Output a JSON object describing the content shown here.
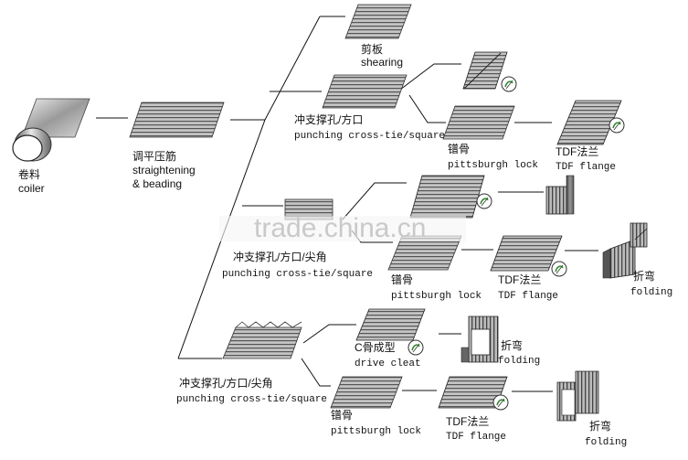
{
  "labels": {
    "coiler": {
      "cn": "卷料",
      "en": "coiler"
    },
    "straightening": {
      "cn": "调平压筋",
      "en1": "straightening",
      "en2": "& beading"
    },
    "shearing": {
      "cn": "剪板",
      "en": "shearing"
    },
    "punching_a": {
      "cn": "冲支撑孔/方口",
      "en": "punching cross-tie/square"
    },
    "pittsburgh_a": {
      "cn": "镨骨",
      "en": "pittsburgh lock"
    },
    "tdf_a": {
      "cn": "TDF法兰",
      "en": "TDF flange"
    },
    "punching_b": {
      "cn": "冲支撑孔/方口/尖角",
      "en": "punching cross-tie/square"
    },
    "pittsburgh_b": {
      "cn": "镨骨",
      "en": "pittsburgh lock"
    },
    "tdf_b": {
      "cn": "TDF法兰",
      "en": "TDF flange"
    },
    "folding_b": {
      "cn": "折弯",
      "en": "folding"
    },
    "punching_c": {
      "cn": "冲支撑孔/方口/尖角",
      "en": "punching cross-tie/square"
    },
    "drive_cleat": {
      "cn": "C骨成型",
      "en": "drive cleat"
    },
    "folding_c1": {
      "cn": "折弯",
      "en": "folding"
    },
    "pittsburgh_c": {
      "cn": "镨骨",
      "en": "pittsburgh lock"
    },
    "tdf_c": {
      "cn": "TDF法兰",
      "en": "TDF flange"
    },
    "folding_c2": {
      "cn": "折弯",
      "en": "folding"
    }
  },
  "watermark": "trade.china.cn"
}
